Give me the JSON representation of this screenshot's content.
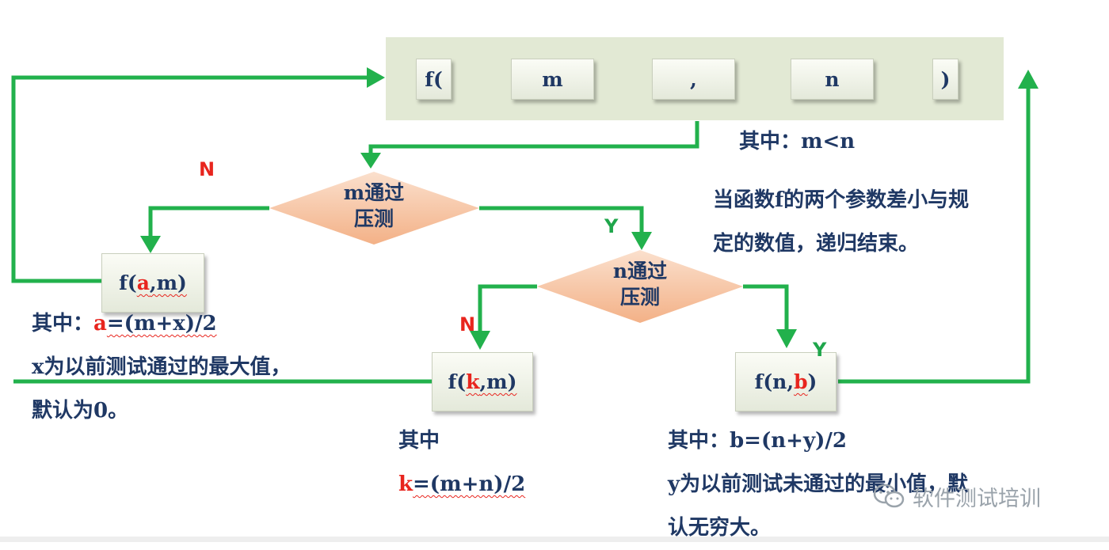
{
  "top_row": {
    "cells": [
      "f(",
      "m",
      ",",
      "n",
      ")"
    ]
  },
  "top_note": "其中：m<n",
  "end_note": {
    "line1": "当函数f的两个参数差小与规",
    "line2": "定的数值，递归结束。"
  },
  "decision_m": {
    "line1": "m通过",
    "line2": "压测"
  },
  "decision_n": {
    "line1": "n通过",
    "line2": "压测"
  },
  "box_left": {
    "pre": "f(",
    "hl": "a",
    "post": ",m)"
  },
  "box_mid": {
    "pre": "f(",
    "hl": "k",
    "post": ",m)"
  },
  "box_right": {
    "pre": "f(n,",
    "hl": "b",
    "post": ")"
  },
  "labels": {
    "n1": "N",
    "y1": "Y",
    "n2": "N",
    "y2": "Y"
  },
  "note_left": {
    "prefix": "其中：",
    "var": "a",
    "eq": "=(m+x)/2",
    "line2": "x为以前测试通过的最大值，",
    "line3": "默认为0。"
  },
  "note_mid": {
    "line1": "其中",
    "var": "k",
    "eq": "=(m+n)/2"
  },
  "note_right": {
    "line1": "其中：b=(n+y)/2",
    "line2": "y为以前测试未通过的最小值，默",
    "line3": "认无穷大。"
  },
  "watermark": "软件测试培训",
  "colors": {
    "line": "#22b14c",
    "text": "#1f3864",
    "red": "#e8251e",
    "diamond": "#f7c4a2",
    "panel": "#e2e9d4"
  }
}
